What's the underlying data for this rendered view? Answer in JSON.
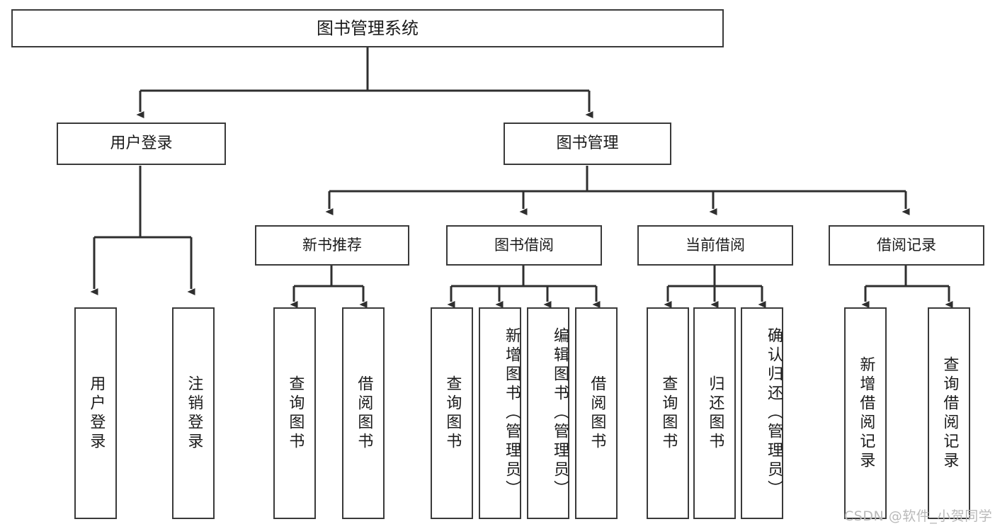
{
  "diagram": {
    "type": "hierarchy-tree",
    "title": "图书管理系统",
    "root": {
      "label": "图书管理系统"
    },
    "level1": [
      {
        "label": "用户登录"
      },
      {
        "label": "图书管理"
      }
    ],
    "level2": [
      {
        "label": "新书推荐"
      },
      {
        "label": "图书借阅"
      },
      {
        "label": "当前借阅"
      },
      {
        "label": "借阅记录"
      }
    ],
    "leaves": [
      {
        "label": "用户登录"
      },
      {
        "label": "注销登录"
      },
      {
        "label": "查询图书"
      },
      {
        "label": "借阅图书"
      },
      {
        "label": "查询图书"
      },
      {
        "label": "新增图书（管理员）"
      },
      {
        "label": "编辑图书（管理员）"
      },
      {
        "label": "借阅图书"
      },
      {
        "label": "查询图书"
      },
      {
        "label": "归还图书"
      },
      {
        "label": "确认归还（管理员）"
      },
      {
        "label": "新增借阅记录"
      },
      {
        "label": "查询借阅记录"
      }
    ],
    "watermark": "CSDN @软件_小贺同学",
    "colors": {
      "stroke": "#3a3a3a",
      "text": "#1b1b1b",
      "background": "#ffffff",
      "watermark": "#b9b9b9"
    }
  }
}
